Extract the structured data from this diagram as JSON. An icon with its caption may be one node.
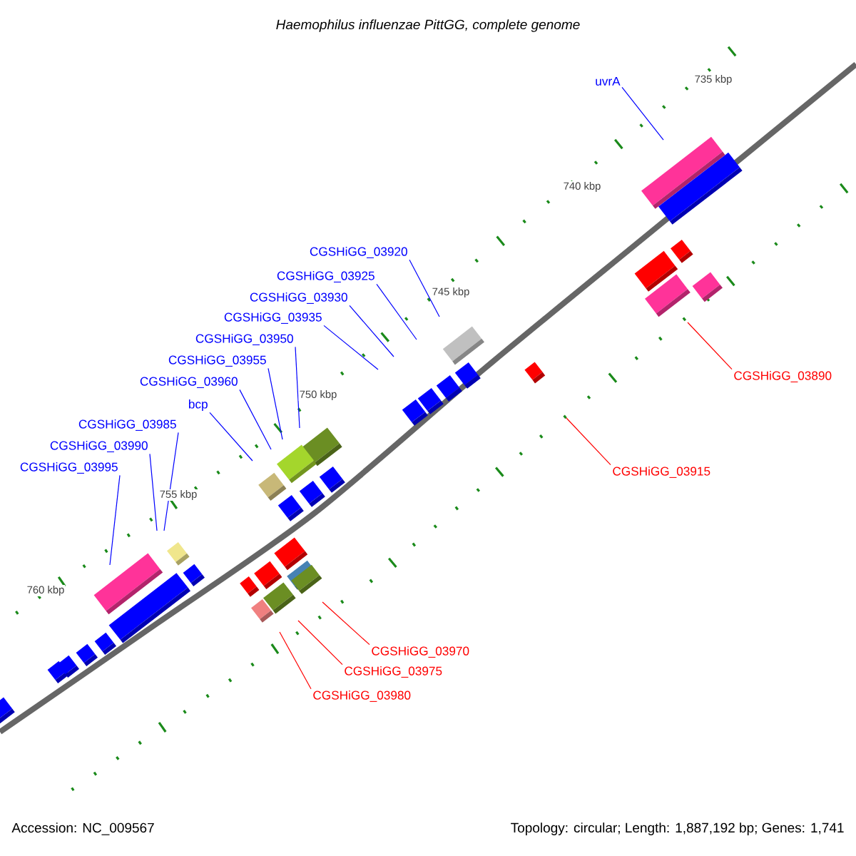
{
  "diagram": {
    "title": "Haemophilus influenzae PittGG, complete genome",
    "nodes": [
      {
        "text": [
          "uvrA"
        ]
      },
      {
        "text": [
          "CGSHiGG_03920"
        ]
      },
      {
        "text": [
          "CGSHiGG_03925"
        ]
      },
      {
        "text": [
          "CGSHiGG_03930"
        ]
      },
      {
        "text": [
          "CGSHiGG_03935"
        ]
      },
      {
        "text": [
          "CGSHiGG_03950"
        ]
      },
      {
        "text": [
          "CGSHiGG_03955"
        ]
      },
      {
        "text": [
          "CGSHiGG_03960"
        ]
      },
      {
        "text": [
          "bcp"
        ]
      },
      {
        "text": [
          "CGSHiGG_03985"
        ]
      },
      {
        "text": [
          "CGSHiGG_03990"
        ]
      },
      {
        "text": [
          "CGSHiGG_03995"
        ]
      },
      {
        "text": [
          "CGSHiGG_03890"
        ]
      },
      {
        "text": [
          "CGSHiGG_03915"
        ]
      },
      {
        "text": [
          "CGSHiGG_03970"
        ]
      },
      {
        "text": [
          "CGSHiGG_03975"
        ]
      },
      {
        "text": [
          "CGSHiGG_03980"
        ]
      }
    ],
    "edges": [
      {
        "from": 0,
        "to": null,
        "arrow": "none"
      },
      {
        "from": 1,
        "to": null,
        "arrow": "none"
      },
      {
        "from": 2,
        "to": null,
        "arrow": "none"
      },
      {
        "from": 3,
        "to": null,
        "arrow": "none"
      },
      {
        "from": 4,
        "to": null,
        "arrow": "none"
      },
      {
        "from": 5,
        "to": null,
        "arrow": "none"
      },
      {
        "from": 6,
        "to": null,
        "arrow": "none"
      },
      {
        "from": 7,
        "to": null,
        "arrow": "none"
      },
      {
        "from": 8,
        "to": null,
        "arrow": "none"
      },
      {
        "from": 9,
        "to": null,
        "arrow": "none"
      },
      {
        "from": 10,
        "to": null,
        "arrow": "none"
      },
      {
        "from": 11,
        "to": null,
        "arrow": "none"
      },
      {
        "from": 12,
        "to": null,
        "arrow": "none",
        "color": "#ff0000"
      },
      {
        "from": 13,
        "to": null,
        "arrow": "none",
        "color": "#ff0000"
      },
      {
        "from": 14,
        "to": null,
        "arrow": "none",
        "color": "#ff0000"
      },
      {
        "from": 15,
        "to": null,
        "arrow": "none",
        "color": "#ff0000"
      },
      {
        "from": 16,
        "to": null,
        "arrow": "none",
        "color": "#ff0000"
      }
    ],
    "labels": [
      "735 kbp",
      "740 kbp",
      "745 kbp",
      "750 kbp",
      "755 kbp",
      "760 kbp",
      "Accession: NC_009567",
      "Topology: circular; Length: 1,887,192 bp; Genes: 1,741"
    ]
  }
}
